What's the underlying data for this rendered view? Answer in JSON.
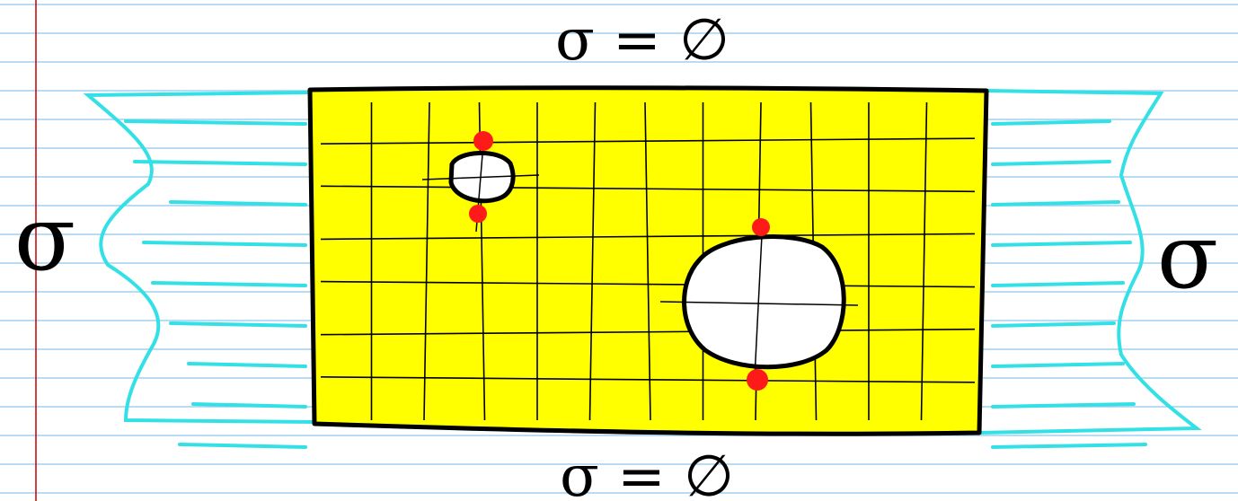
{
  "labels": {
    "top_boundary": "σ = ∅",
    "bottom_boundary": "σ = ∅",
    "left_stress": "σ",
    "right_stress": "σ"
  },
  "colors": {
    "paper": "#ffffff",
    "ruled_lines": "#9fd0ef",
    "margin_line": "#c00000",
    "plate_fill": "#ffff00",
    "plate_outline": "#000000",
    "grid_lines": "#000000",
    "stress_arrows": "#33e0e6",
    "hole_fill": "#ffffff",
    "stress_concentration_marks": "#ff1a1a"
  },
  "diagram": {
    "plate_grid": {
      "columns": 11,
      "rows": 6
    },
    "holes": [
      {
        "name": "small-hole",
        "relative_size": "small"
      },
      {
        "name": "large-hole",
        "relative_size": "large"
      }
    ],
    "stress_concentration_points_per_hole": 2,
    "traction_lines_per_side": 9
  }
}
